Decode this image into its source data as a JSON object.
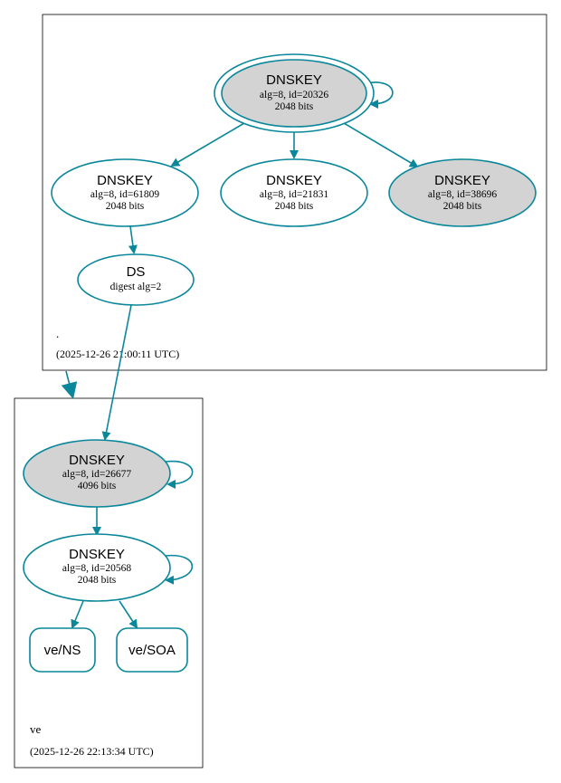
{
  "colors": {
    "edge": "#0a879a",
    "filled_node": "#d3d3d3",
    "node_fill": "#ffffff",
    "border": "#000000"
  },
  "root_zone": {
    "name": ".",
    "timestamp": "(2025-12-26 21:00:11 UTC)",
    "ksk": {
      "title": "DNSKEY",
      "line1": "alg=8, id=20326",
      "line2": "2048 bits"
    },
    "key1": {
      "title": "DNSKEY",
      "line1": "alg=8, id=61809",
      "line2": "2048 bits"
    },
    "key2": {
      "title": "DNSKEY",
      "line1": "alg=8, id=21831",
      "line2": "2048 bits"
    },
    "key3": {
      "title": "DNSKEY",
      "line1": "alg=8, id=38696",
      "line2": "2048 bits"
    },
    "ds": {
      "title": "DS",
      "line1": "digest alg=2"
    }
  },
  "ve_zone": {
    "name": "ve",
    "timestamp": "(2025-12-26 22:13:34 UTC)",
    "ksk": {
      "title": "DNSKEY",
      "line1": "alg=8, id=26677",
      "line2": "4096 bits"
    },
    "zsk": {
      "title": "DNSKEY",
      "line1": "alg=8, id=20568",
      "line2": "2048 bits"
    },
    "rrset_ns": {
      "label": "ve/NS"
    },
    "rrset_soa": {
      "label": "ve/SOA"
    }
  }
}
